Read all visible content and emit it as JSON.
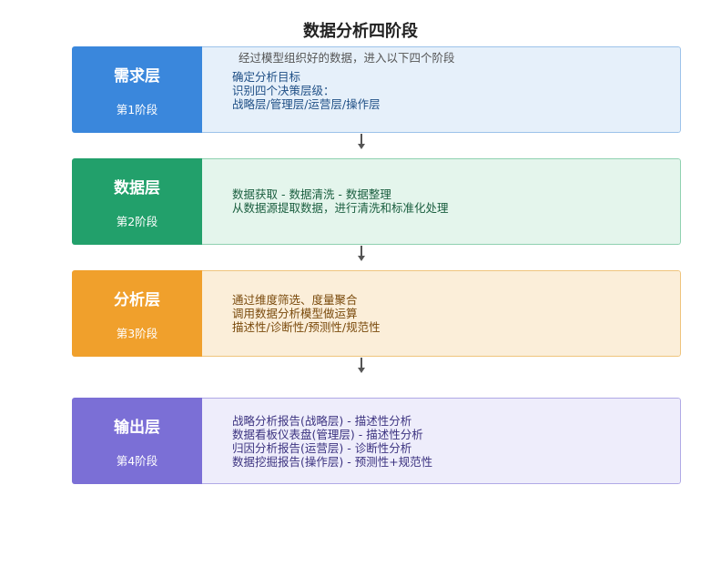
{
  "title": "数据分析四阶段",
  "stages": [
    {
      "name": "需求层",
      "phase": "第1阶段",
      "intro": "经过模型组织好的数据，进入以下四个阶段",
      "lines": [
        "确定分析目标",
        "识别四个决策层级：",
        "战略层/管理层/运营层/操作层"
      ],
      "colors": {
        "left": "#3a87dc",
        "fill": "#e6f0fa",
        "border": "#9cc2ea",
        "text": "#1f4f86"
      }
    },
    {
      "name": "数据层",
      "phase": "第2阶段",
      "lines": [
        "数据获取 - 数据清洗 - 数据整理",
        "从数据源提取数据，进行清洗和标准化处理"
      ],
      "colors": {
        "left": "#22a06b",
        "fill": "#e4f5ec",
        "border": "#8fd1b0",
        "text": "#1a5e3f"
      }
    },
    {
      "name": "分析层",
      "phase": "第3阶段",
      "lines": [
        "通过维度筛选、度量聚合",
        "调用数据分析模型做运算",
        "描述性/诊断性/预测性/规范性"
      ],
      "colors": {
        "left": "#f0a02c",
        "fill": "#fbeed9",
        "border": "#efc47c",
        "text": "#7a4a0c"
      }
    },
    {
      "name": "输出层",
      "phase": "第4阶段",
      "lines": [
        "战略分析报告(战略层) - 描述性分析",
        "数据看板仪表盘(管理层) - 描述性分析",
        "归因分析报告(运营层) - 诊断性分析",
        "数据挖掘报告(操作层) - 预测性+规范性"
      ],
      "colors": {
        "left": "#7b6fd6",
        "fill": "#eeedfb",
        "border": "#b0a9e6",
        "text": "#3c3380"
      }
    }
  ]
}
